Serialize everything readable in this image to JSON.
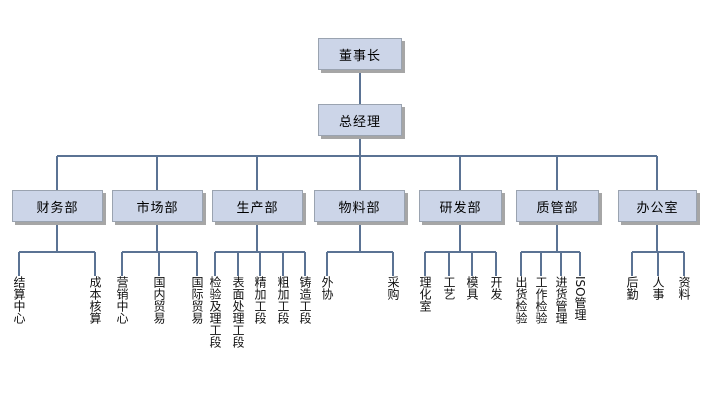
{
  "chart_data": {
    "type": "diagram",
    "title": "",
    "diagram_kind": "organizational-chart",
    "levels": 3,
    "node_count": 30
  },
  "org": {
    "chairman": {
      "label": "董事长"
    },
    "general_manager": {
      "label": "总经理"
    },
    "departments": [
      {
        "label": "财务部",
        "children": [
          {
            "label": "结算中心"
          },
          {
            "label": "成本核算"
          }
        ]
      },
      {
        "label": "市场部",
        "children": [
          {
            "label": "营销中心"
          },
          {
            "label": "国内贸易"
          },
          {
            "label": "国际贸易"
          }
        ]
      },
      {
        "label": "生产部",
        "children": [
          {
            "label": "检验及理工段"
          },
          {
            "label": "表面处理工段"
          },
          {
            "label": "精加工段"
          },
          {
            "label": "粗加工段"
          },
          {
            "label": "铸造工段"
          }
        ]
      },
      {
        "label": "物料部",
        "children": [
          {
            "label": "外协"
          },
          {
            "label": "采购"
          }
        ]
      },
      {
        "label": "研发部",
        "children": [
          {
            "label": "理化室"
          },
          {
            "label": "工艺"
          },
          {
            "label": "模具"
          },
          {
            "label": "开发"
          }
        ]
      },
      {
        "label": "质管部",
        "children": [
          {
            "label": "出货检验"
          },
          {
            "label": "工作检验"
          },
          {
            "label": "进货管理"
          },
          {
            "label": "ISO管理"
          }
        ]
      },
      {
        "label": "办公室",
        "children": [
          {
            "label": "后勤"
          },
          {
            "label": "人事"
          },
          {
            "label": "资料"
          }
        ]
      }
    ]
  },
  "style": {
    "node_fill": "#ccd5e8",
    "node_border": "#9aa3b0",
    "node_shadow": "#a6a6a6",
    "connector": "#5b7394",
    "background": "#ffffff",
    "text": "#000000"
  }
}
